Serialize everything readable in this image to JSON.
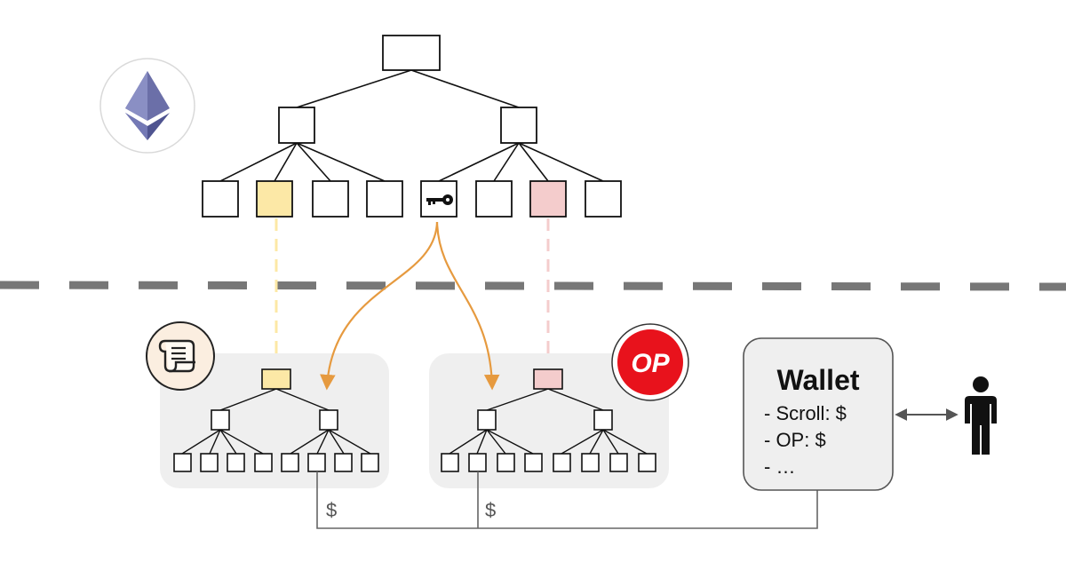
{
  "colors": {
    "highlight_yellow": "#fce8a6",
    "highlight_pink": "#f4cccc",
    "arrow_orange": "#e69a3f",
    "dashed_divider": "#777777",
    "panel_fill": "#efefef",
    "connector_line": "#666666",
    "op_red": "#e8121c",
    "eth_purple": "#6b6fa8"
  },
  "icons": {
    "ethereum": "ethereum-logo-icon",
    "scroll": "scroll-logo-icon",
    "key": "key-icon",
    "optimism": "optimism-logo-icon",
    "person": "person-icon"
  },
  "op_logo_text": "OP",
  "connectors": {
    "left_label": "$",
    "right_label": "$"
  },
  "wallet": {
    "title": "Wallet",
    "lines": [
      "- Scroll: $",
      "- OP: $",
      "- …"
    ]
  }
}
